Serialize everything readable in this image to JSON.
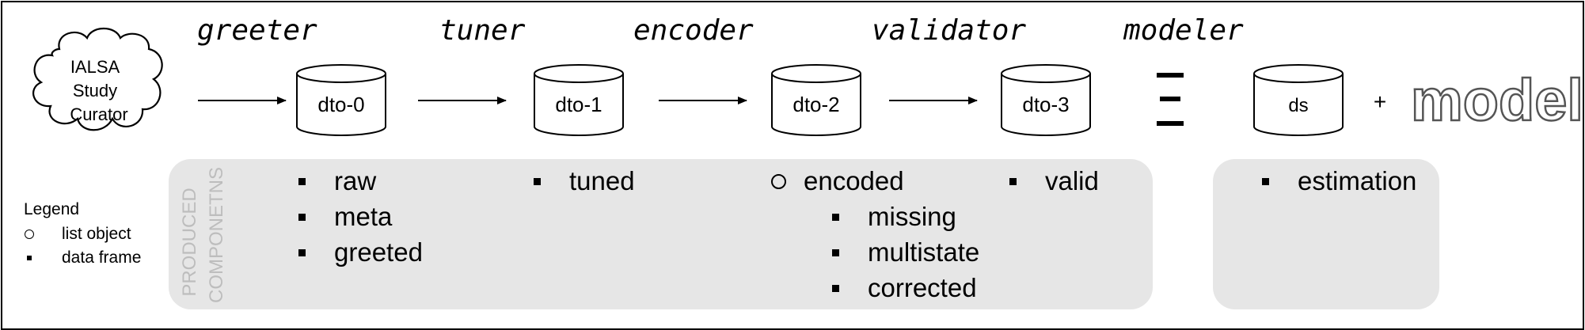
{
  "source": {
    "lines": [
      "IALSA",
      "Study",
      "Curator"
    ]
  },
  "stages": [
    "greeter",
    "tuner",
    "encoder",
    "validator",
    "modeler"
  ],
  "datasets": [
    "dto-0",
    "dto-1",
    "dto-2",
    "dto-3",
    "ds"
  ],
  "plus_sign": "+",
  "equiv_symbol": "Ξ",
  "model_label": "model",
  "panel_label": [
    "PRODUCED",
    "COMPONETNS"
  ],
  "components": {
    "dto0": [
      "raw",
      "meta",
      "greeted"
    ],
    "dto1": [
      "tuned"
    ],
    "dto2_list": "encoded",
    "dto2_frames": [
      "missing",
      "multistate",
      "corrected"
    ],
    "dto3": [
      "valid"
    ],
    "ds": [
      "estimation"
    ]
  },
  "legend": {
    "title": "Legend",
    "items": [
      {
        "symbol": "circle",
        "label": "list object"
      },
      {
        "symbol": "square",
        "label": "data frame"
      }
    ]
  }
}
